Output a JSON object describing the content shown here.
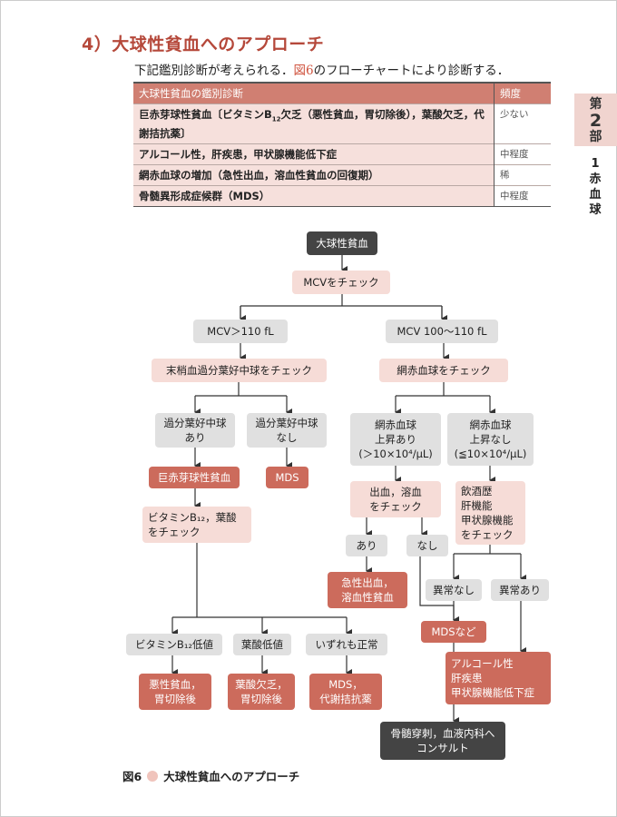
{
  "heading": "4）大球性貧血へのアプローチ",
  "intro": {
    "before": "下記鑑別診断が考えられる．",
    "ref": "図6",
    "after": "のフローチャートにより診断する．"
  },
  "table": {
    "headers": [
      "大球性貧血の鑑別診断",
      "頻度"
    ],
    "rows": [
      {
        "cause_a": "巨赤芽球性貧血〔ビタミンB",
        "sub": "12",
        "cause_b": "欠乏（悪性貧血，胃切除後），葉酸欠乏，代謝拮抗薬〕",
        "freq": "少ない"
      },
      {
        "cause": "アルコール性，肝疾患，甲状腺機能低下症",
        "freq": "中程度"
      },
      {
        "cause": "網赤血球の増加（急性出血，溶血性貧血の回復期）",
        "freq": "稀"
      },
      {
        "cause": "骨髄異形成症候群（MDS）",
        "freq": "中程度"
      }
    ]
  },
  "side_tab": {
    "part_a": "第",
    "part_num": "2",
    "part_b": "部",
    "chapter": "1\n赤\n血\n球"
  },
  "flow": {
    "start": "大球性貧血",
    "mcv_check": "MCVをチェック",
    "mcv_high": "MCV＞110 fL",
    "mcv_mid": "MCV 100〜110 fL",
    "neut_check": "末梢血過分葉好中球をチェック",
    "retic_check": "網赤血球をチェック",
    "neut_yes": "過分葉好中球\nあり",
    "neut_no": "過分葉好中球\nなし",
    "retic_up": "網赤血球\n上昇あり\n(＞10×10⁴/μL)",
    "retic_noup": "網赤血球\n上昇なし\n(≦10×10⁴/μL)",
    "megalo": "巨赤芽球性貧血",
    "mds1": "MDS",
    "b12_check": "ビタミンB₁₂，葉酸\nをチェック",
    "bleed_check": "出血，溶血\nをチェック",
    "alcohol_check": "飲酒歴\n肝機能\n甲状腺機能\nをチェック",
    "bleed_yes": "あり",
    "bleed_no": "なし",
    "acute": "急性出血，\n溶血性貧血",
    "normal": "異常なし",
    "abnormal": "異常あり",
    "mds_etc": "MDSなど",
    "b12_low": "ビタミンB₁₂低値",
    "folate_low": "葉酸低値",
    "all_normal": "いずれも正常",
    "pernicious": "悪性貧血，\n胃切除後",
    "folate_def": "葉酸欠乏，\n胃切除後",
    "mds_drug": "MDS，\n代謝拮抗薬",
    "alcohol": "アルコール性\n肝疾患\n甲状腺機能低下症",
    "marrow": "骨髄穿刺，血液内科へ\nコンサルト"
  },
  "caption": {
    "label": "図6",
    "title": "大球性貧血へのアプローチ"
  }
}
